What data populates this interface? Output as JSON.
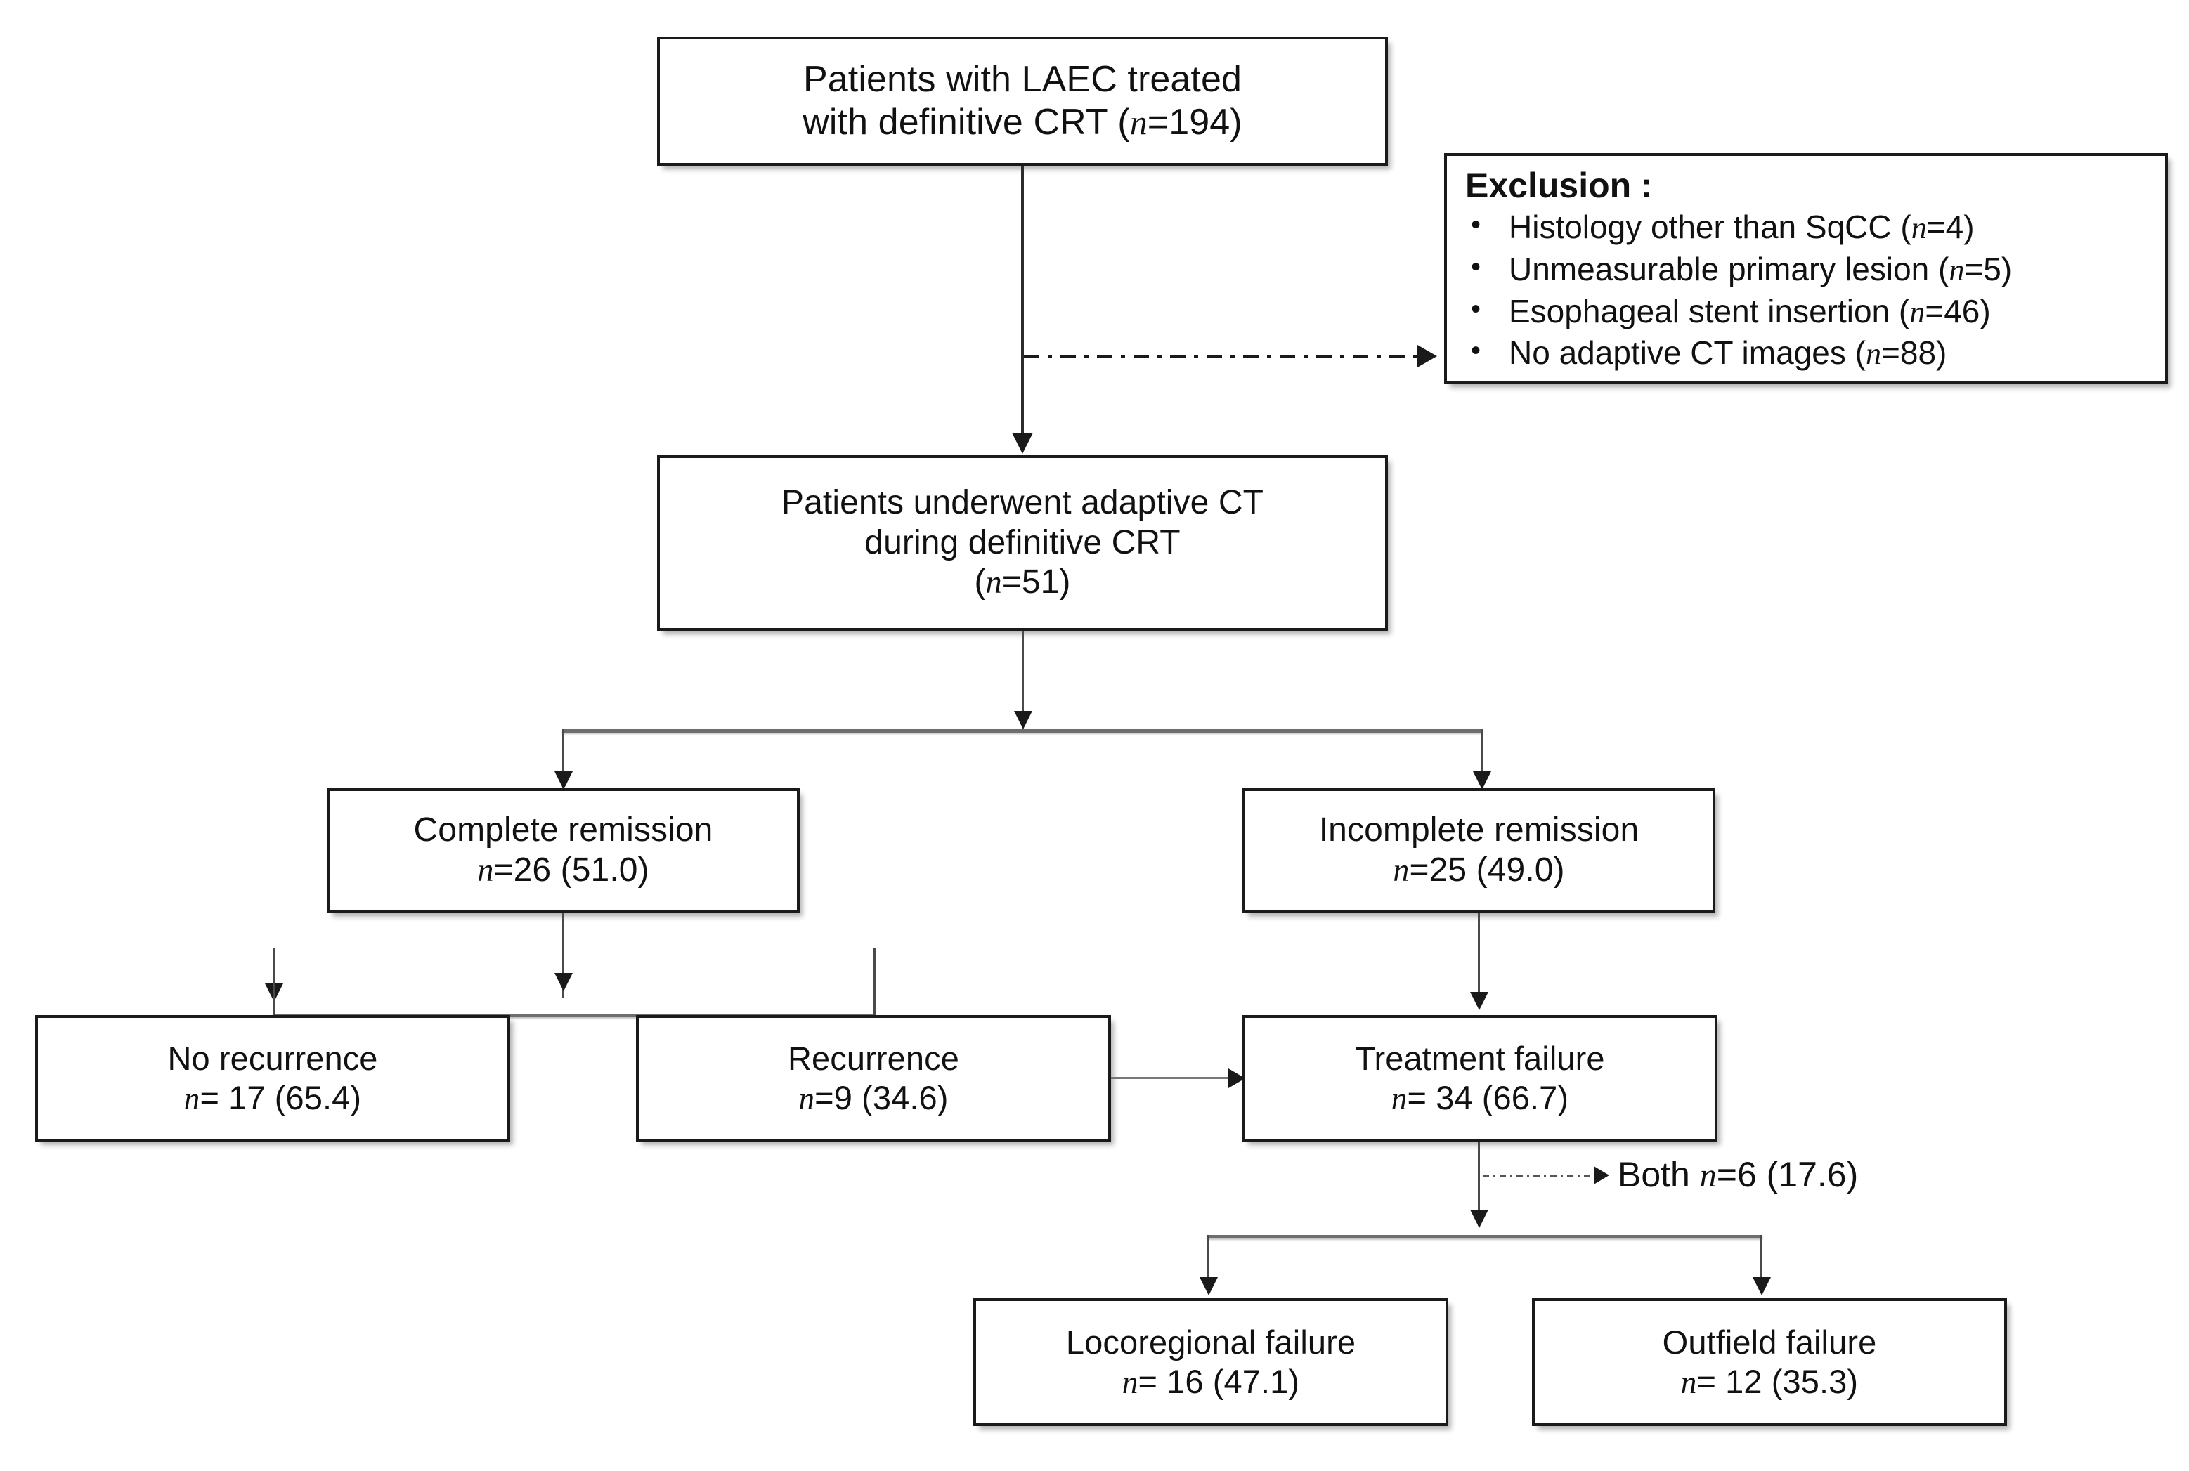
{
  "diagram": {
    "title": "CONSORT-style patient flow diagram",
    "colors": {
      "border": "#1a1a1a",
      "connector": "#2b2b2b",
      "text": "#111111",
      "background": "#ffffff"
    },
    "nodes": {
      "enrolled": {
        "line1": "Patients with LAEC treated",
        "line2_pre": "with definitive CRT (",
        "line2_n": "n",
        "line2_post": "=194)"
      },
      "exclusion": {
        "title": "Exclusion :",
        "items": [
          {
            "text": "Histology other than SqCC (",
            "n": "n",
            "value": "=4)"
          },
          {
            "text": "Unmeasurable primary lesion (",
            "n": "n",
            "value": "=5)"
          },
          {
            "text": "Esophageal stent insertion (",
            "n": "n",
            "value": "=46)"
          },
          {
            "text": "No adaptive CT images (",
            "n": "n",
            "value": "=88)"
          }
        ]
      },
      "adaptive_ct": {
        "line1": "Patients underwent adaptive CT",
        "line2": "during definitive CRT",
        "line3_pre": "(",
        "line3_n": "n",
        "line3_post": "=51)"
      },
      "complete_remission": {
        "line1": "Complete remission",
        "line2_n": "n",
        "line2_post": "=26 (51.0)"
      },
      "incomplete_remission": {
        "line1": "Incomplete remission",
        "line2_n": "n",
        "line2_post": "=25 (49.0)"
      },
      "no_recurrence": {
        "line1": "No recurrence",
        "line2_n": "n",
        "line2_post": "= 17 (65.4)"
      },
      "recurrence": {
        "line1": "Recurrence",
        "line2_n": "n",
        "line2_post": "=9 (34.6)"
      },
      "treatment_failure": {
        "line1": "Treatment failure",
        "line2_n": "n",
        "line2_post": "= 34 (66.7)"
      },
      "locoregional_failure": {
        "line1": "Locoregional failure",
        "line2_n": "n",
        "line2_post": "= 16 (47.1)"
      },
      "outfield_failure": {
        "line1": "Outfield failure",
        "line2_n": "n",
        "line2_post": "= 12 (35.3)"
      }
    },
    "annotations": {
      "both": {
        "pre": "Both ",
        "n": "n",
        "post": "=6 (17.6)"
      }
    }
  }
}
